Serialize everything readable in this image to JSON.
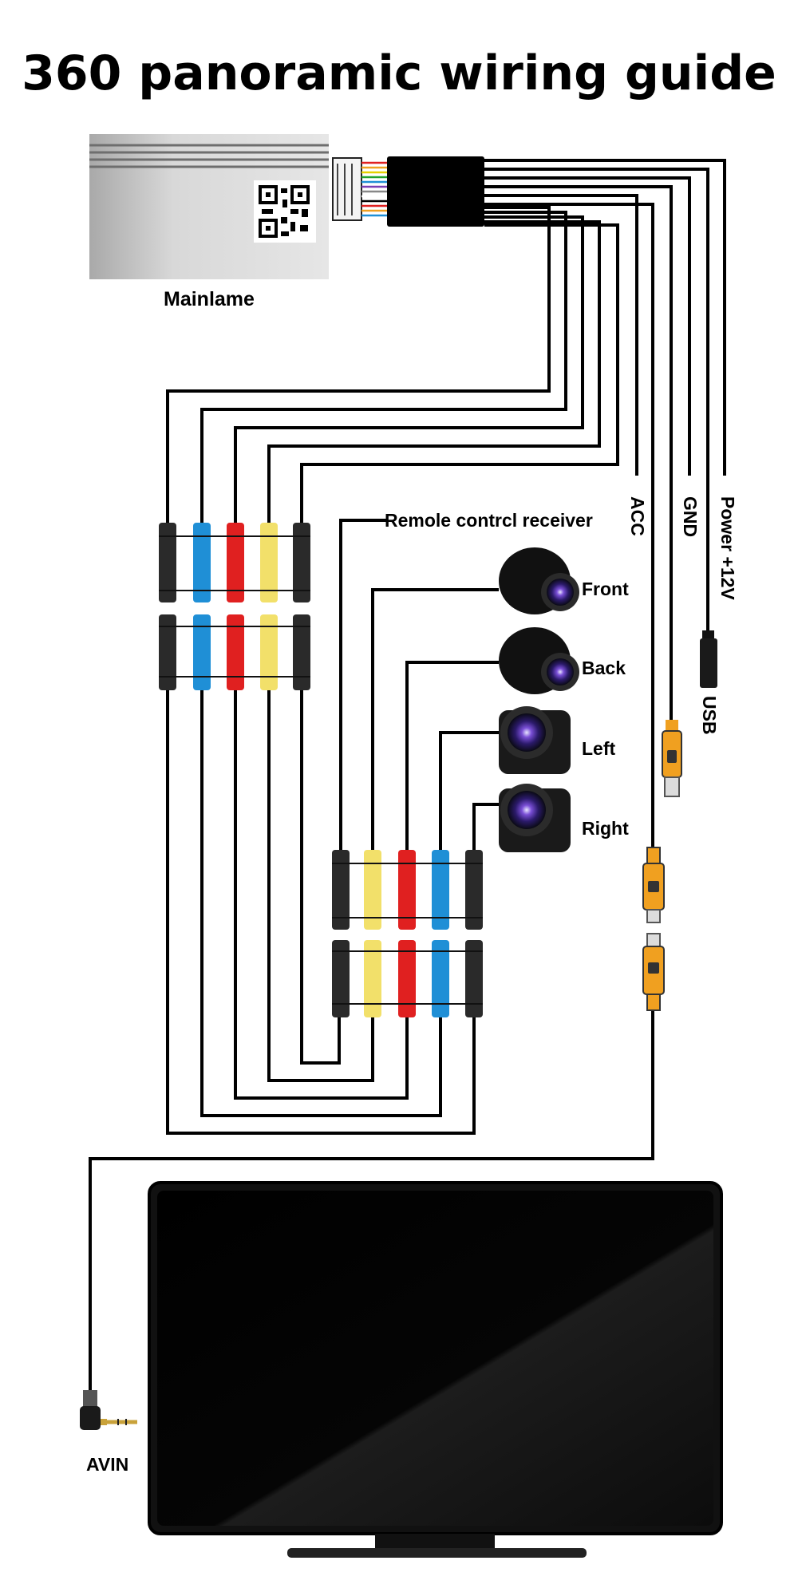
{
  "title": "360 panoramic wiring guide",
  "labels": {
    "mainframe": "Mainlame",
    "receiver": "Remole contrcl receiver",
    "front": "Front",
    "back": "Back",
    "left": "Left",
    "right": "Right",
    "acc": "ACC",
    "gnd": "GND",
    "power": "Power +12V",
    "usb": "USB",
    "avin": "AVIN"
  },
  "colors": {
    "wire": "#000000",
    "connector_black": "#2a2a2a",
    "connector_blue": "#1f8fd6",
    "connector_red": "#e02020",
    "connector_yellow": "#f2e06a",
    "rca_orange": "#f0a020",
    "module_silver": "#c8c8c8"
  },
  "icons": {
    "module": "control-box-icon",
    "qr": "qr-code-icon",
    "camera_dome": "dome-camera-icon",
    "camera_square": "square-camera-icon",
    "monitor": "monitor-icon",
    "usb_plug": "usb-plug-icon",
    "rca_plug": "rca-plug-icon",
    "audio_jack": "audio-jack-icon"
  }
}
